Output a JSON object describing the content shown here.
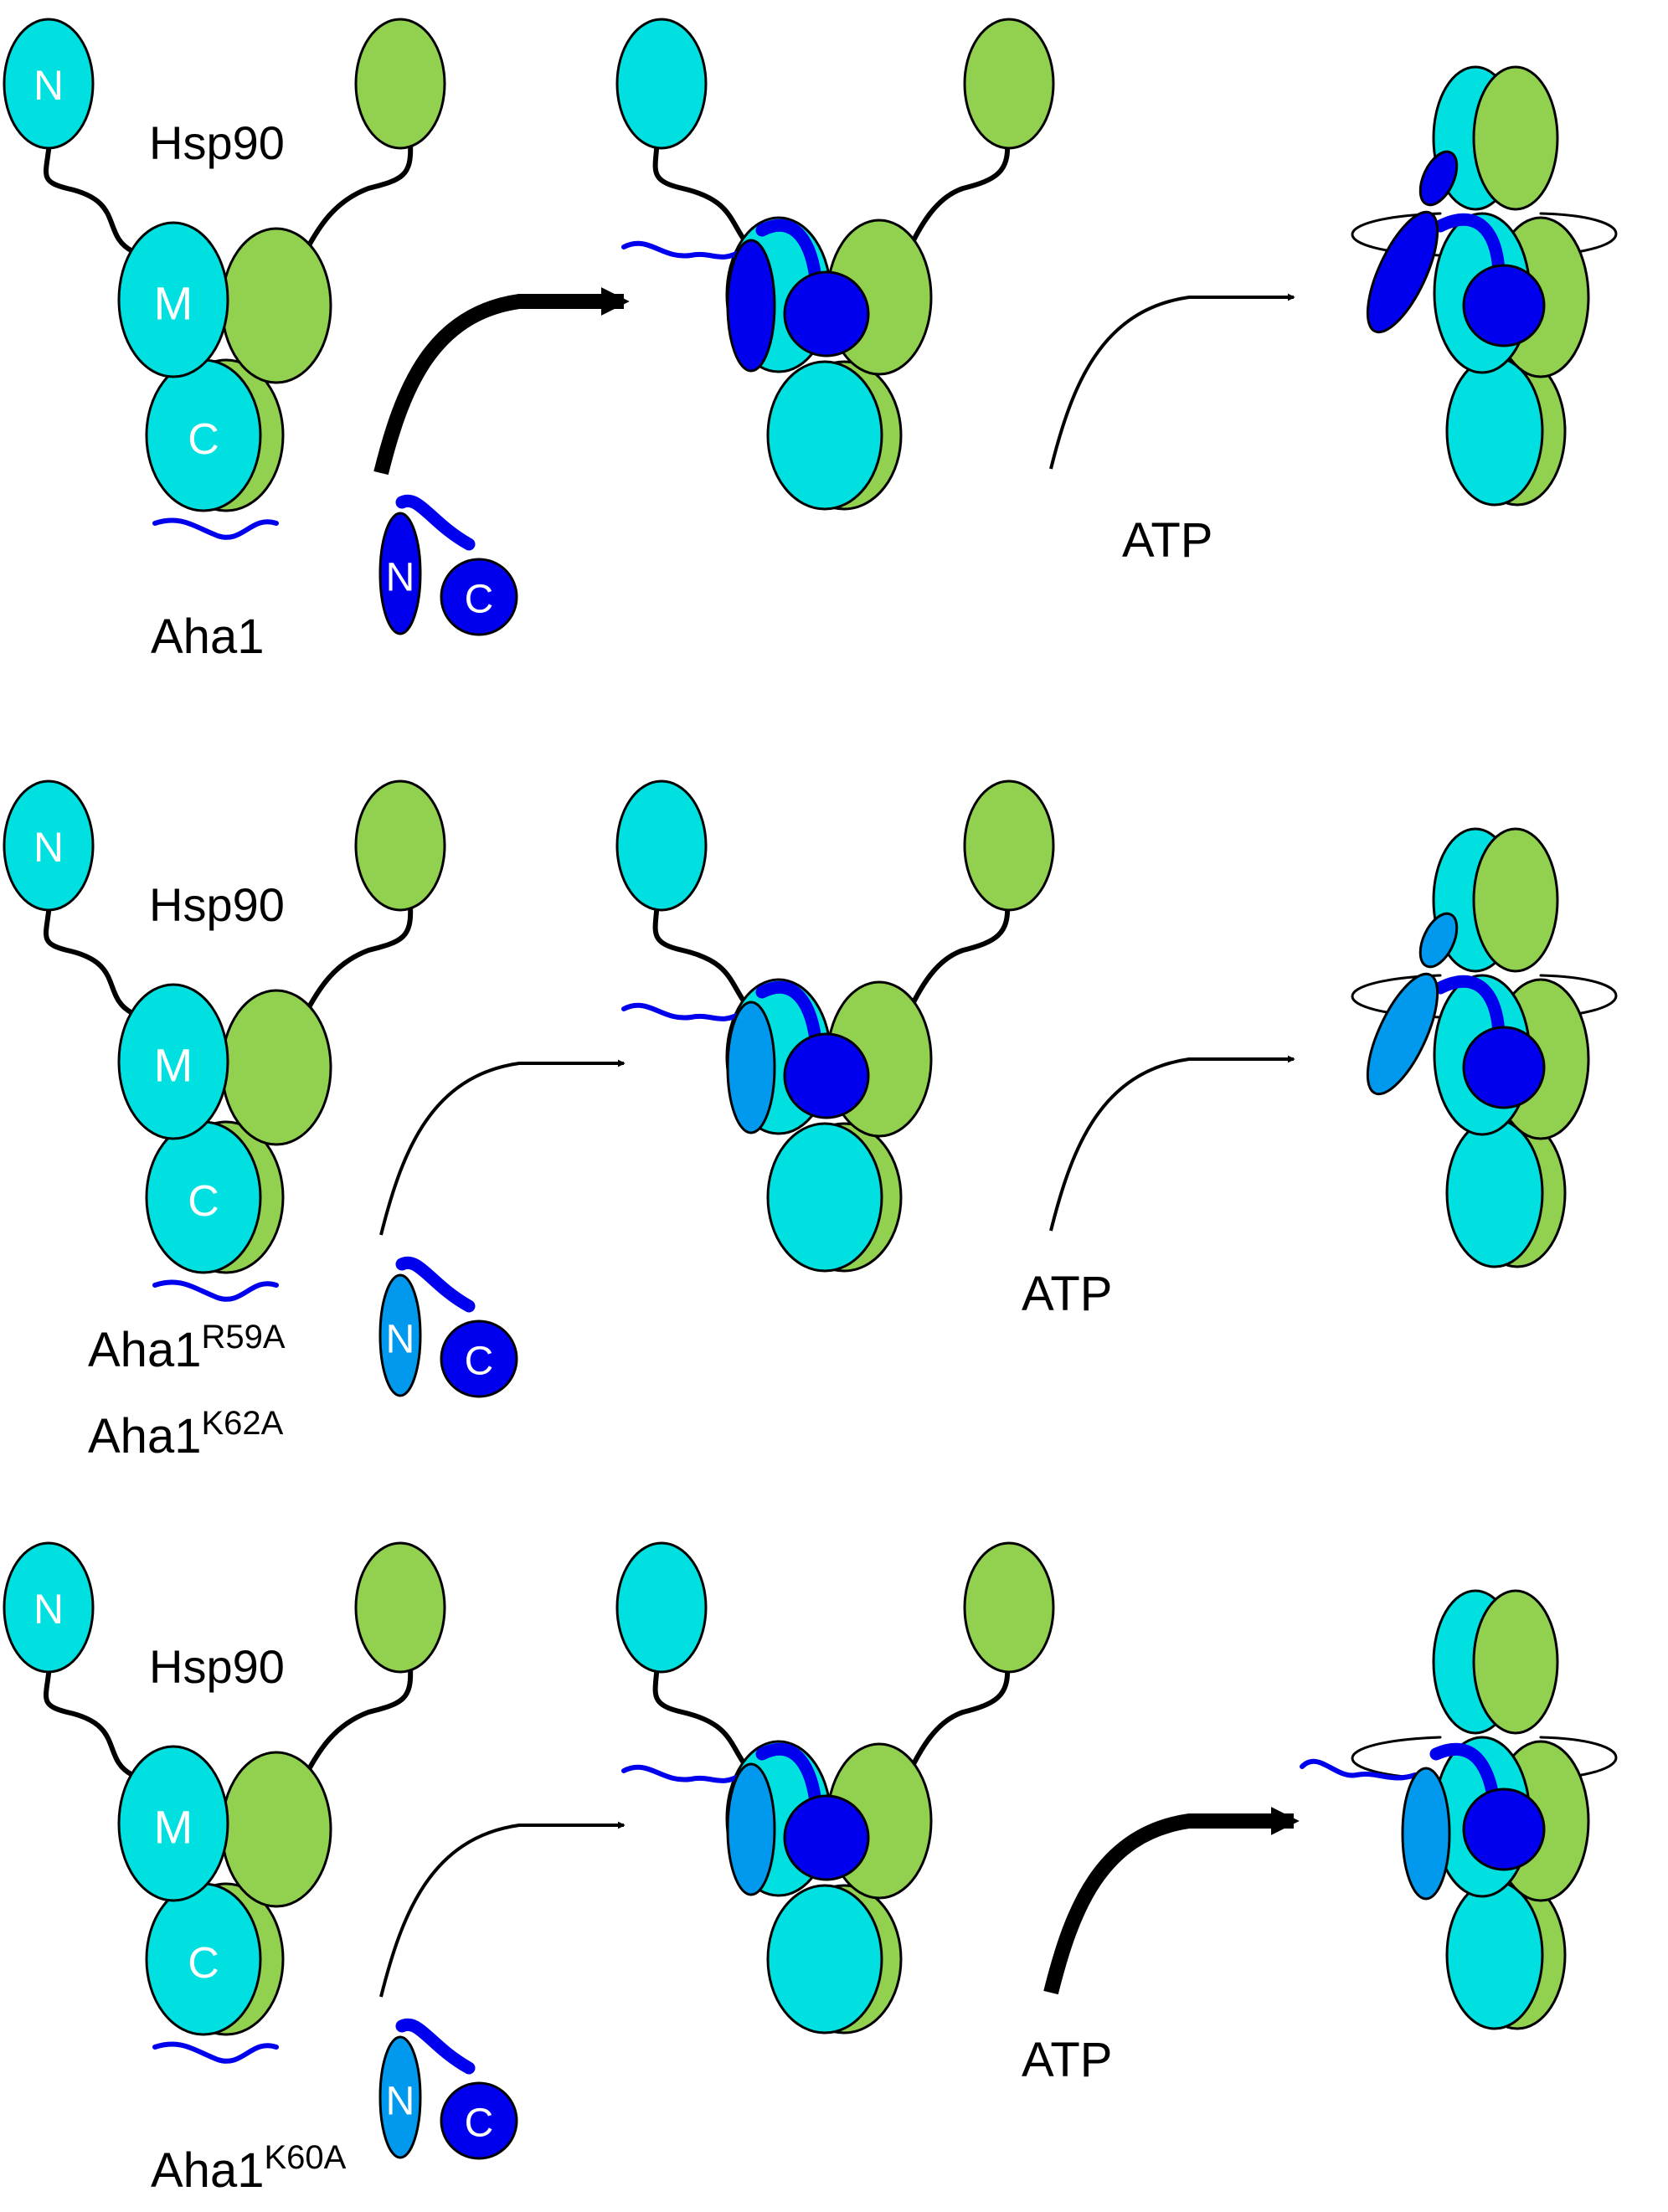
{
  "colors": {
    "hsp90_a": "#00e0e0",
    "hsp90_b": "#92d050",
    "aha1_wt": "#0000ee",
    "aha1_mut_n": "#0099ee",
    "outline": "#000000"
  },
  "labels": {
    "domain_n": "N",
    "domain_m": "M",
    "domain_c": "C",
    "hsp90": "Hsp90",
    "atp": "ATP"
  },
  "panels": [
    {
      "aha1_labels": [
        {
          "base": "Aha1",
          "sup": ""
        }
      ],
      "aha1_n_mutant": false,
      "step1_strength": "strong",
      "step2_strength": "weak",
      "closed_aha1_n_detached": false,
      "closed_tail_visible": false
    },
    {
      "aha1_labels": [
        {
          "base": "Aha1",
          "sup": "R59A"
        },
        {
          "base": "Aha1",
          "sup": "K62A"
        }
      ],
      "aha1_n_mutant": true,
      "step1_strength": "weak",
      "step2_strength": "weak",
      "closed_aha1_n_detached": false,
      "closed_tail_visible": false
    },
    {
      "aha1_labels": [
        {
          "base": "Aha1",
          "sup": "K60A"
        }
      ],
      "aha1_n_mutant": true,
      "step1_strength": "weak",
      "step2_strength": "strong",
      "closed_aha1_n_detached": false,
      "closed_tail_visible": true
    }
  ]
}
